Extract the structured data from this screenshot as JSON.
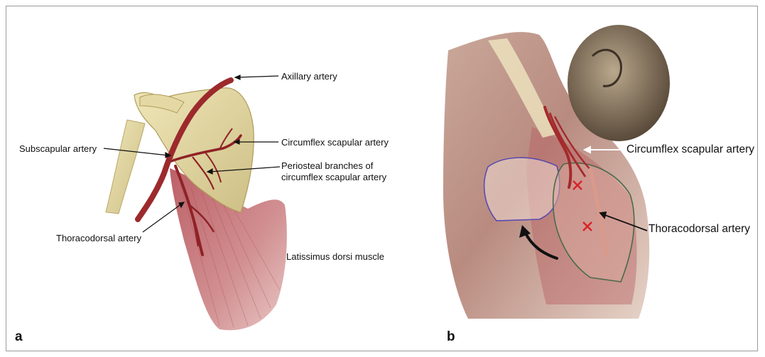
{
  "figure": {
    "panel_a": {
      "letter": "a",
      "labels": {
        "axillary": "Axillary artery",
        "circumflex": "Circumflex scapular artery",
        "subscapular": "Subscapular artery",
        "periosteal_line1": "Periosteal branches of",
        "periosteal_line2": "circumflex scapular artery",
        "thoracodorsal": "Thoracodorsal artery",
        "latissimus": "Latissimus dorsi muscle"
      }
    },
    "panel_b": {
      "letter": "b",
      "labels": {
        "circumflex": "Circumflex scapular artery",
        "thoracodorsal": "Thoracodorsal artery"
      }
    }
  }
}
